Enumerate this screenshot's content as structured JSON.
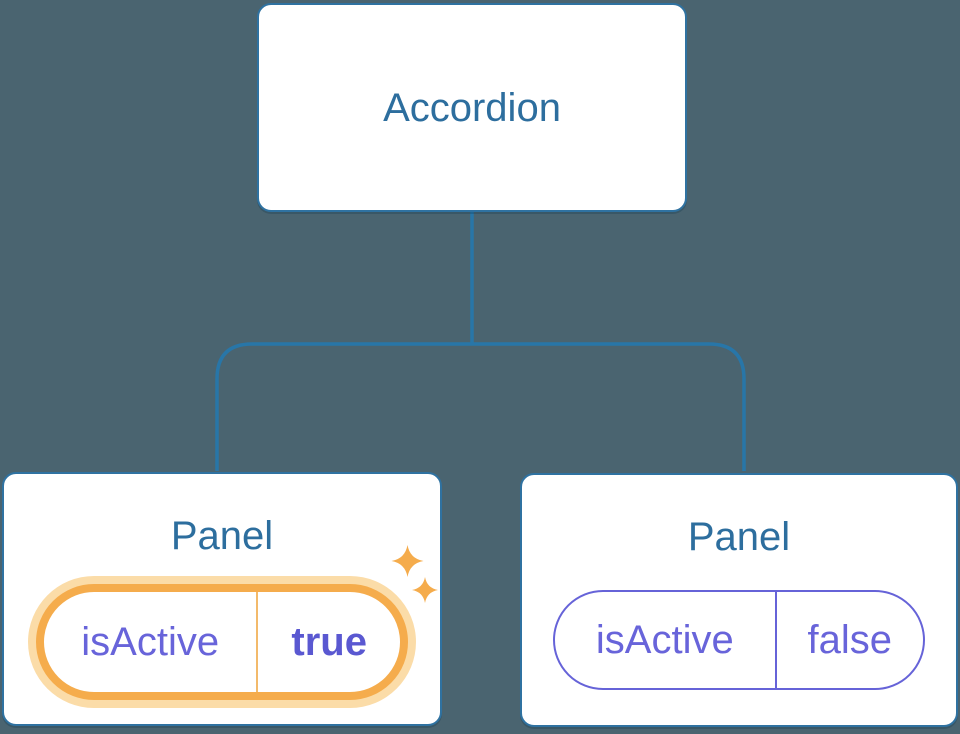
{
  "tree": {
    "root": {
      "label": "Accordion"
    },
    "children": [
      {
        "title": "Panel",
        "prop": {
          "name": "isActive",
          "value": "true"
        },
        "highlighted": true
      },
      {
        "title": "Panel",
        "prop": {
          "name": "isActive",
          "value": "false"
        },
        "highlighted": false
      }
    ]
  },
  "icons": {
    "sparkles": "sparkles-icon"
  },
  "colors": {
    "bg": "#4A6470",
    "node-bg": "#FFFFFF",
    "node-border": "#2F72A1",
    "connector": "#2876A8",
    "title-text": "#2D6E9E",
    "state-text": "#6864DA",
    "state-text-bold": "#5A58D1",
    "pill-border-active": "#F5AC4C",
    "pill-halo": "#FBDCA8",
    "pill-divider-active": "#F3BA6B",
    "pill-border-inactive": "#6663D8",
    "sparkle": "#F5AC4C"
  }
}
